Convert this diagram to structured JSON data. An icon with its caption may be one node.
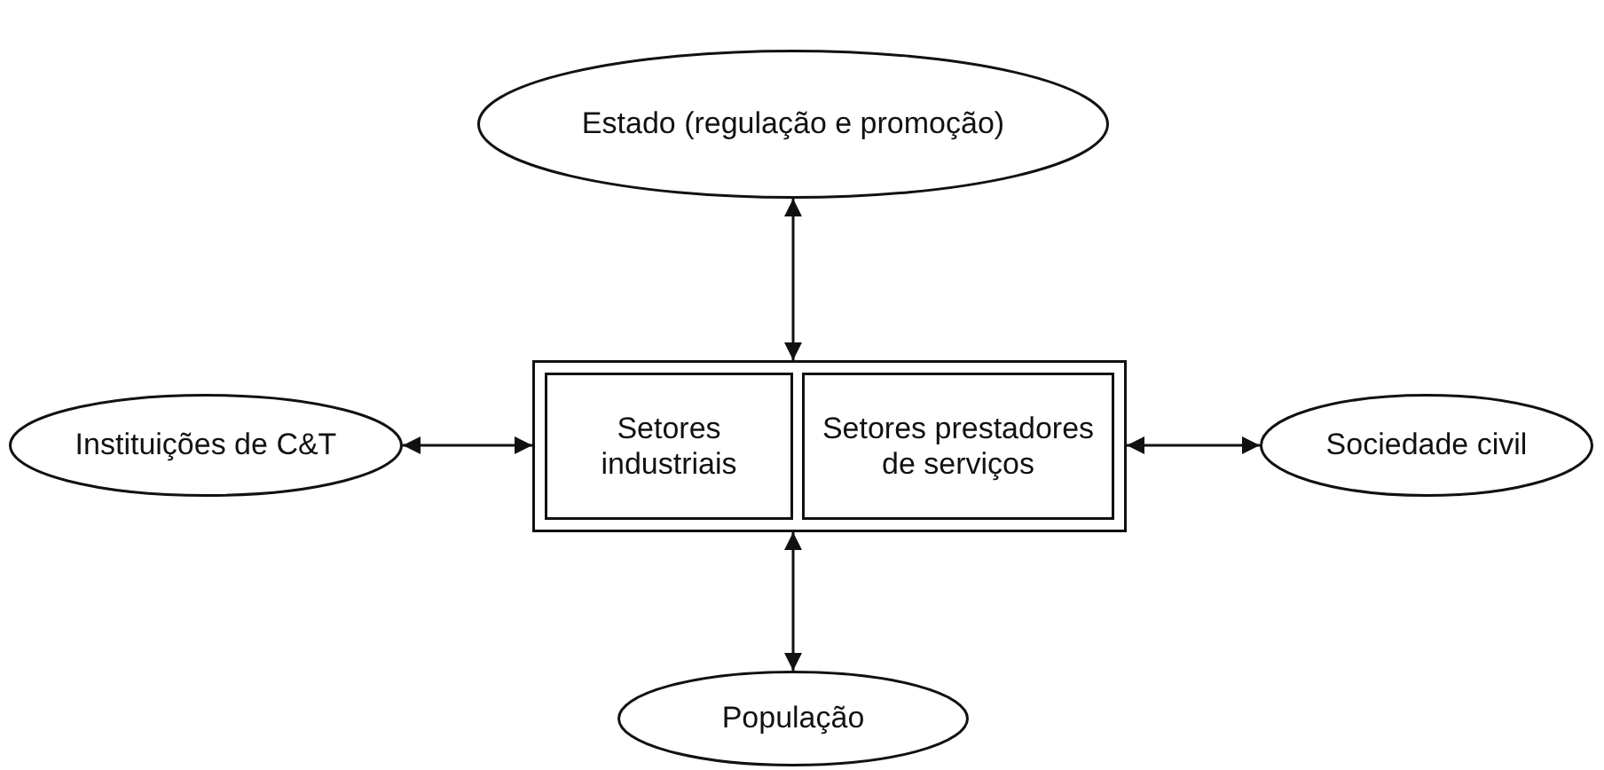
{
  "diagram": {
    "nodes": [
      {
        "text": [
          "Estado (regulação e promoção)"
        ]
      },
      {
        "text": [
          "Instituições de C&T"
        ]
      },
      {
        "text": [],
        "shape": "box"
      },
      {
        "text": [
          "Setores industriais"
        ],
        "in": 2
      },
      {
        "text": [
          "Setores prestadores de serviços"
        ],
        "in": 2
      },
      {
        "text": [
          "Sociedade civil"
        ]
      },
      {
        "text": [
          "População"
        ]
      }
    ],
    "edges": [
      {
        "from": 0,
        "to": 2,
        "arrow": "both"
      },
      {
        "from": 1,
        "to": 2,
        "arrow": "both"
      },
      {
        "from": 2,
        "to": 5,
        "arrow": "both"
      },
      {
        "from": 2,
        "to": 6,
        "arrow": "both"
      }
    ]
  }
}
